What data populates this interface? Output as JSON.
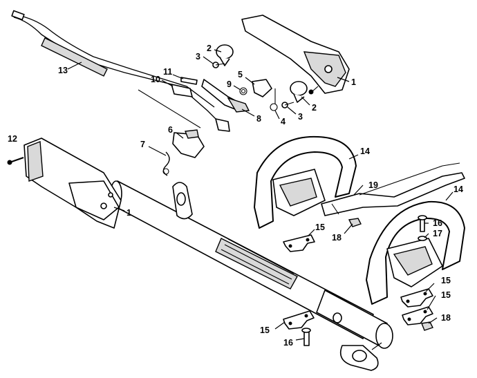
{
  "callouts": {
    "c1_top": "1",
    "c1_left": "1",
    "c2_top": "2",
    "c2_right": "2",
    "c3_top": "3",
    "c3_right": "3",
    "c4": "4",
    "c5": "5",
    "c6": "6",
    "c7": "7",
    "c8": "8",
    "c9": "9",
    "c10": "10",
    "c11": "11",
    "c12": "12",
    "c13": "13",
    "c14_top": "14",
    "c14_right": "14",
    "c15_mid": "15",
    "c15_r1": "15",
    "c15_r2": "15",
    "c15_bottom": "15",
    "c16_right": "16",
    "c16_bottom": "16",
    "c17": "17",
    "c18_mid": "18",
    "c18_right": "18",
    "c19": "19"
  }
}
